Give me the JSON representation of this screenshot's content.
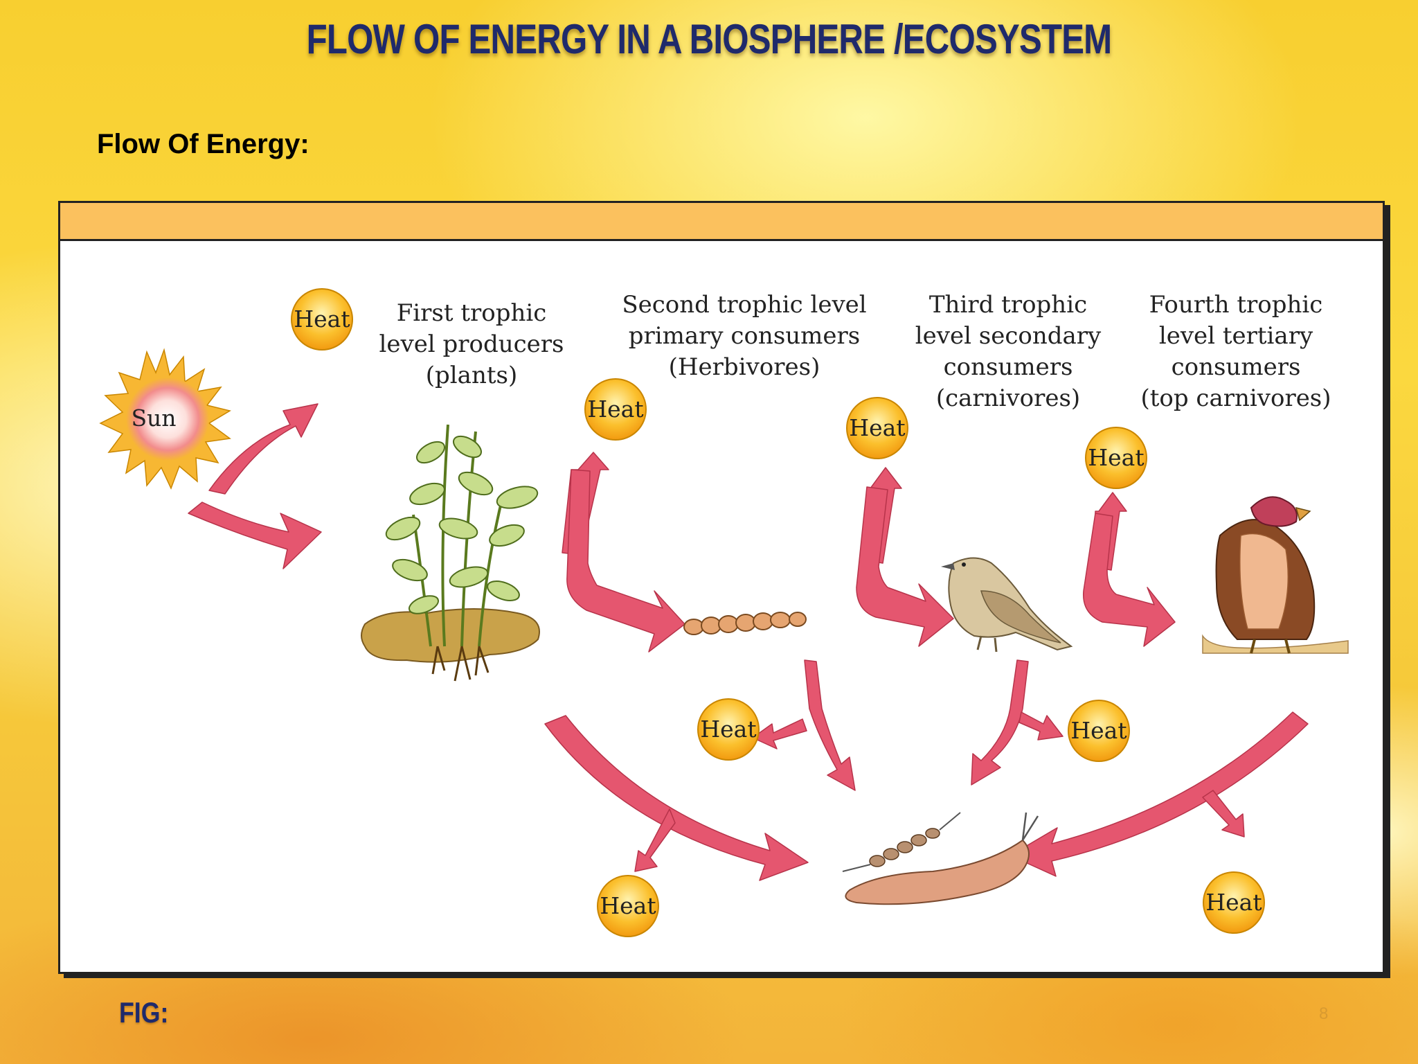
{
  "slide": {
    "title": "FLOW OF ENERGY IN A BIOSPHERE /ECOSYSTEM",
    "subtitle": "Flow Of Energy:",
    "fig_label": "FIG:",
    "page_number": "8"
  },
  "diagram": {
    "sun_label": "Sun",
    "heat_label": "Heat",
    "levels": [
      {
        "lines": [
          "First trophic",
          "level producers",
          "(plants)"
        ]
      },
      {
        "lines": [
          "Second trophic level",
          "primary consumers",
          "(Herbivores)"
        ]
      },
      {
        "lines": [
          "Third trophic",
          "level  secondary",
          "consumers",
          "(carnivores)"
        ]
      },
      {
        "lines": [
          "Fourth trophic",
          "level tertiary",
          "consumers",
          "(top carnivores)"
        ]
      }
    ]
  },
  "colors": {
    "arrow": "#e5566f",
    "heat_fill": "#fbc02d",
    "title": "#1f2a6b"
  }
}
